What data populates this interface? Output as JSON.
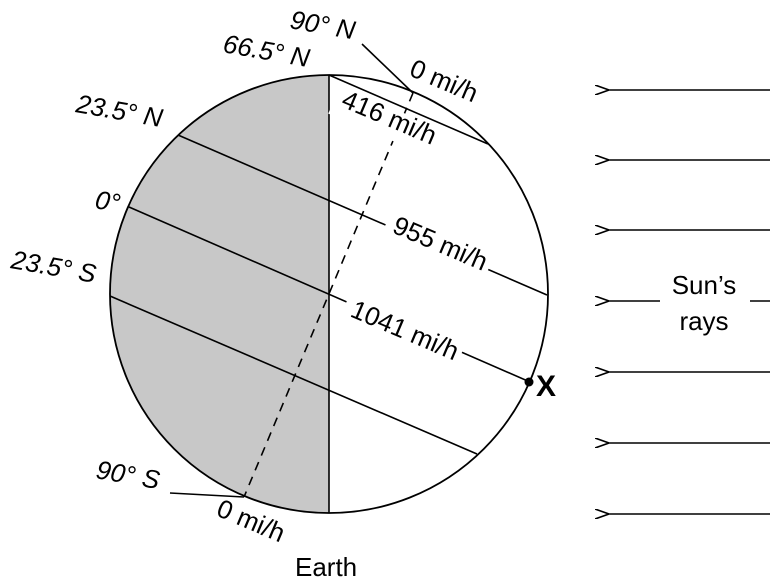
{
  "latitudes": {
    "north_pole": "90° N",
    "arctic_circle": "66.5° N",
    "tropic_cancer": "23.5° N",
    "equator": "0°",
    "tropic_capricorn": "23.5° S",
    "south_pole": "90° S"
  },
  "speeds": {
    "north_pole": "0 mi/h",
    "arctic_circle": "416 mi/h",
    "tropic_cancer": "955 mi/h",
    "equator": "1041 mi/h",
    "south_pole": "0 mi/h"
  },
  "sun_label_line1": "Sun’s",
  "sun_label_line2": "rays",
  "point_label": "X",
  "earth_label": "Earth",
  "colors": {
    "night_side": "#c8c8c8",
    "day_side": "#ffffff",
    "ink": "#000000"
  }
}
